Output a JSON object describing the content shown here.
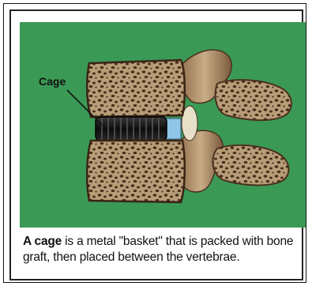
{
  "figure": {
    "callout_label": "Cage",
    "caption_term": "A cage",
    "caption_text": " is a metal \"basket\" that is packed with bone graft, then placed between the vertebrae."
  },
  "colors": {
    "background_green": "#3a9a55",
    "bone_fill": "#b9a07a",
    "bone_dark": "#5a3a22",
    "cage_black": "#151515",
    "disc_blue": "#8fc6e8"
  }
}
